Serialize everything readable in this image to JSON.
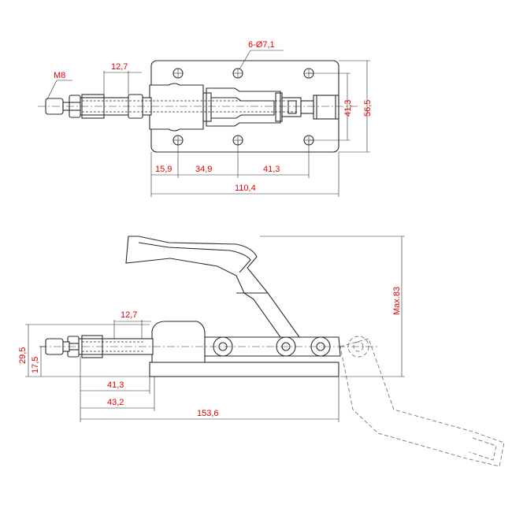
{
  "colors": {
    "dimension_text": "#e00000",
    "lines": "#2b2b2b",
    "ghost": "#777777",
    "background": "#ffffff"
  },
  "top_view": {
    "hole_callout": "6-Ø7,1",
    "thread_label": "M8",
    "stem_width": "12,7",
    "height_inner": "41,3",
    "height_outer": "56,5",
    "dim_1": "15,9",
    "dim_2": "34,9",
    "dim_3": "41,3",
    "overall_length": "110,4"
  },
  "side_view": {
    "stem_width": "12,7",
    "height_a": "29,5",
    "height_b": "17,5",
    "max_height": "Max.83",
    "stroke_1": "41,3",
    "stroke_2": "43,2",
    "overall_length": "153,6"
  }
}
